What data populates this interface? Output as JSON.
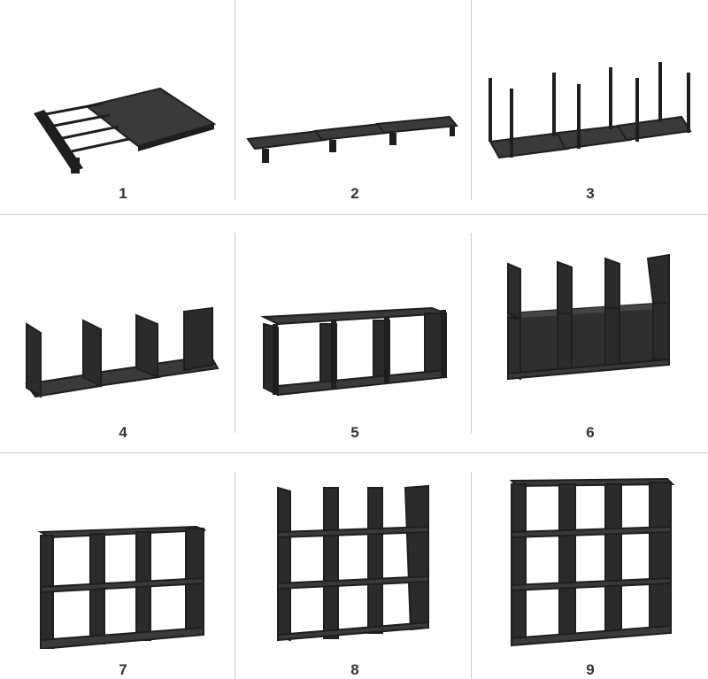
{
  "steps": [
    {
      "label": "1",
      "icon": "shelf-panel-with-rods-icon"
    },
    {
      "label": "2",
      "icon": "three-panels-connected-icon"
    },
    {
      "label": "3",
      "icon": "vertical-posts-inserted-icon"
    },
    {
      "label": "4",
      "icon": "side-panels-attached-icon"
    },
    {
      "label": "5",
      "icon": "bottom-row-cubes-icon"
    },
    {
      "label": "6",
      "icon": "second-row-panels-icon"
    },
    {
      "label": "7",
      "icon": "two-row-cubes-icon"
    },
    {
      "label": "8",
      "icon": "third-row-panels-icon"
    },
    {
      "label": "9",
      "icon": "completed-nine-cube-shelf-icon"
    }
  ],
  "colors": {
    "frame": "#1e1e1e",
    "panel": "#3a3a3a",
    "panel_light": "#5a5a5a",
    "divider": "#c8c8c8",
    "label": "#333333"
  }
}
